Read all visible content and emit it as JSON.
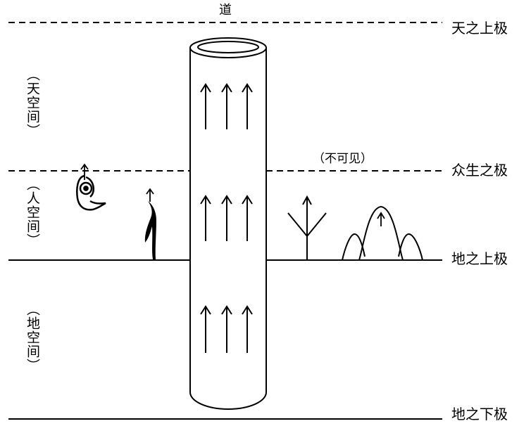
{
  "title": "道",
  "levels": {
    "heaven_top": "天之上极",
    "beings": "众生之极",
    "earth_top": "地之上极",
    "earth_bottom": "地之下极"
  },
  "spaces": {
    "heaven": "（天空间）",
    "human": "（人空间）",
    "earth": "（地空间）"
  },
  "invisible": "（不可见）",
  "colors": {
    "line": "#000000",
    "fill": "#ffffff"
  },
  "icons": [
    "eye-spirit-icon",
    "human-figure-icon",
    "tree-icon",
    "mountain-icon",
    "upward-arrow-icon"
  ]
}
